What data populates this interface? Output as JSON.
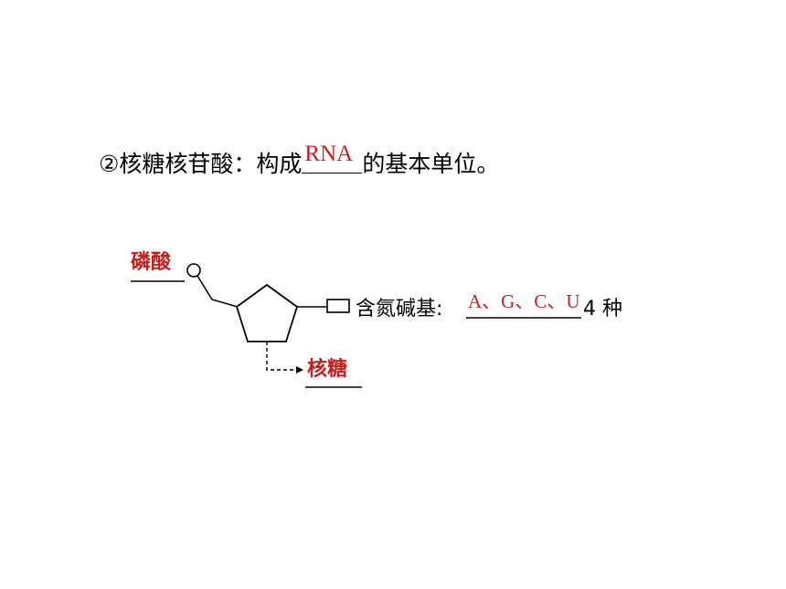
{
  "statement": {
    "prefix": "②核糖核苷酸：构成",
    "answer": "RNA",
    "suffix": "的基本单位。"
  },
  "diagram": {
    "phosphate_label": "磷酸",
    "sugar_label": "核糖",
    "base_prefix": "含氮碱基:",
    "base_answer": "A、G、C、U",
    "base_suffix": "4 种"
  },
  "colors": {
    "answer_red": "#c41e1e"
  }
}
